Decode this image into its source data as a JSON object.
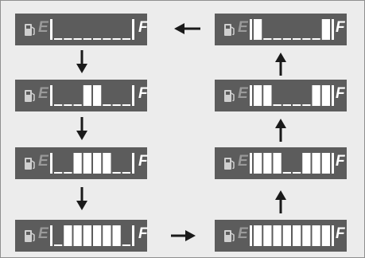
{
  "label_empty": "E",
  "label_full": "F",
  "colors": {
    "panel": "#5c5c5c",
    "segment_filled": "#ffffff",
    "segment_empty": "#ffffff",
    "label_empty": "#9a9a9a",
    "label_full": "#ffffff",
    "arrow": "#1a1a1a"
  },
  "total_segments": 8,
  "displays": [
    {
      "id": "d1",
      "segments_lit_from_empty": 0,
      "segments_lit_from_full": 0,
      "lit_center": 0
    },
    {
      "id": "d2",
      "segments_lit_from_empty": 0,
      "segments_lit_from_full": 0,
      "lit_center": 2
    },
    {
      "id": "d3",
      "segments_lit_from_empty": 0,
      "segments_lit_from_full": 0,
      "lit_center": 4
    },
    {
      "id": "d4",
      "segments_lit_from_empty": 0,
      "segments_lit_from_full": 0,
      "lit_center": 6
    },
    {
      "id": "d5",
      "segments_lit_from_empty": 8,
      "segments_lit_from_full": 0,
      "lit_center": 0
    },
    {
      "id": "d6",
      "segments_lit_from_empty": 3,
      "segments_lit_from_full": 3,
      "lit_center": 0
    },
    {
      "id": "d7",
      "segments_lit_from_empty": 2,
      "segments_lit_from_full": 2,
      "lit_center": 0
    },
    {
      "id": "d8",
      "segments_lit_from_empty": 1,
      "segments_lit_from_full": 1,
      "lit_center": 0
    }
  ],
  "sequence": [
    "d1",
    "d2",
    "d3",
    "d4",
    "d5",
    "d6",
    "d7",
    "d8",
    "d1"
  ]
}
